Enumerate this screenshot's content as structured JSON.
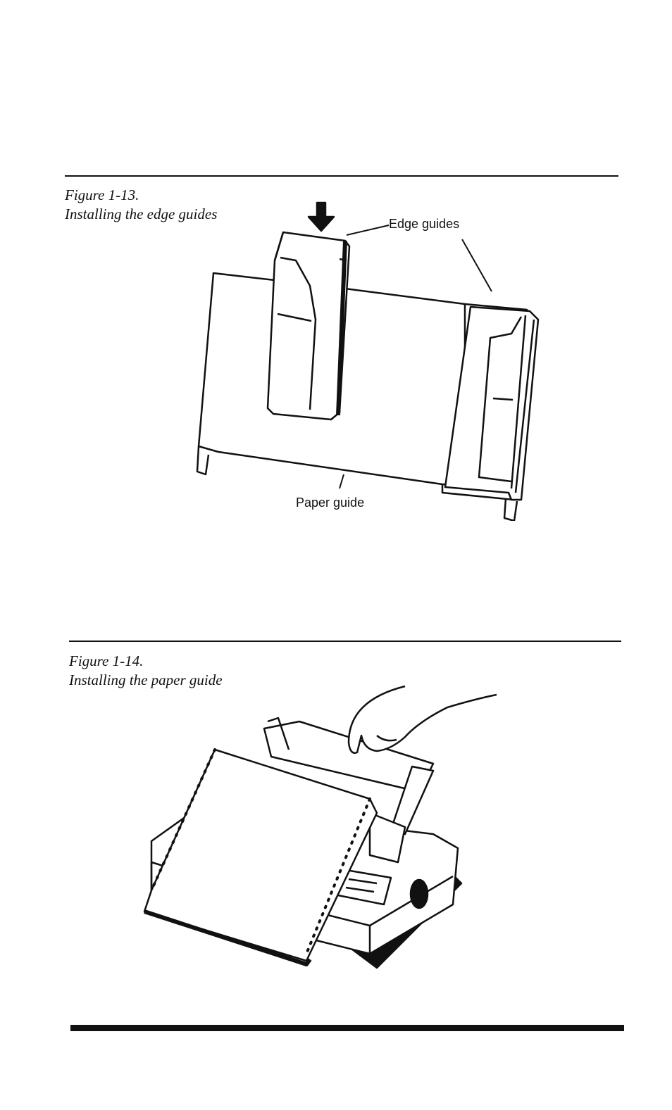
{
  "figures": [
    {
      "number": "Figure 1-13.",
      "title": "Installing the edge guides",
      "callouts": {
        "edge_guides": "Edge guides",
        "paper_guide": "Paper guide"
      }
    },
    {
      "number": "Figure 1-14.",
      "title": "Installing the paper guide"
    }
  ]
}
